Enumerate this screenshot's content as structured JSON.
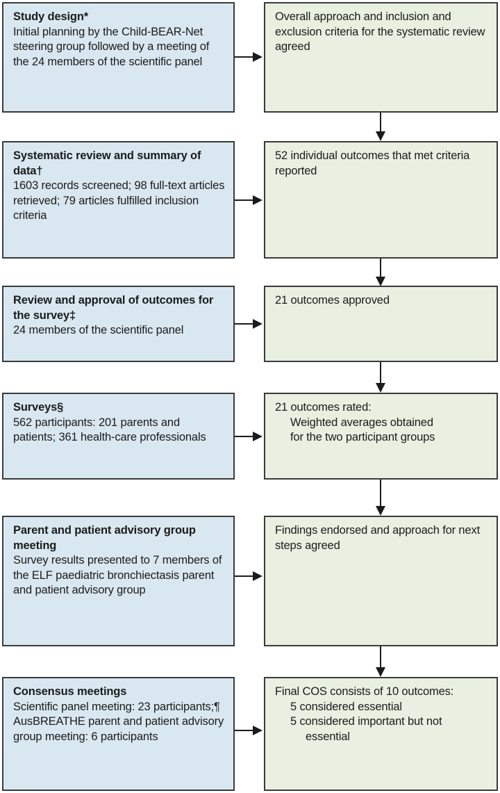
{
  "figure": {
    "type": "flowchart",
    "orientation": "two-column-vertical",
    "colors": {
      "left_box_fill": "#d9e8f0",
      "right_box_fill": "#e9f0e1",
      "box_border": "#3a3a3a",
      "text": "#1b1b1b",
      "arrow": "#1b1b1b"
    }
  },
  "steps": [
    {
      "id": "study-design",
      "left": {
        "title": "Study design*",
        "body": "Initial planning by the Child-BEAR-Net steering group followed by a meeting of the 24 members of the scientific panel"
      },
      "right": {
        "body": "Overall approach and inclusion and exclusion criteria for the systematic review agreed"
      }
    },
    {
      "id": "systematic-review",
      "left": {
        "title": "Systematic review and summary of data†",
        "body": "1603 records screened; 98 full-text articles retrieved; 79 articles fulfilled inclusion criteria"
      },
      "right": {
        "body": "52 individual outcomes that met criteria reported"
      }
    },
    {
      "id": "review-approval",
      "left": {
        "title": "Review and approval of outcomes for the survey‡",
        "body": "24 members of the scientific panel"
      },
      "right": {
        "body": "21 outcomes approved"
      }
    },
    {
      "id": "surveys",
      "left": {
        "title": "Surveys§",
        "body": "562 participants: 201 parents and patients; 361 health-care professionals"
      },
      "right": {
        "line1": "21 outcomes rated:",
        "line2": "Weighted averages obtained",
        "line3": "for the two participant groups"
      }
    },
    {
      "id": "advisory-group-meeting",
      "left": {
        "title": "Parent and patient advisory group meeting",
        "body": "Survey results presented to 7 members of the ELF paediatric bronchiectasis parent and patient advisory group"
      },
      "right": {
        "body": "Findings endorsed and approach for next steps agreed"
      }
    },
    {
      "id": "consensus-meetings",
      "left": {
        "title": "Consensus meetings",
        "body": "Scientific panel meeting: 23 participants;¶ AusBREATHE parent and patient advisory group meeting: 6 participants"
      },
      "right": {
        "line1": "Final COS consists of 10 outcomes:",
        "line2": "5 considered essential",
        "line3": "5 considered important but not",
        "line4": "essential"
      }
    }
  ]
}
